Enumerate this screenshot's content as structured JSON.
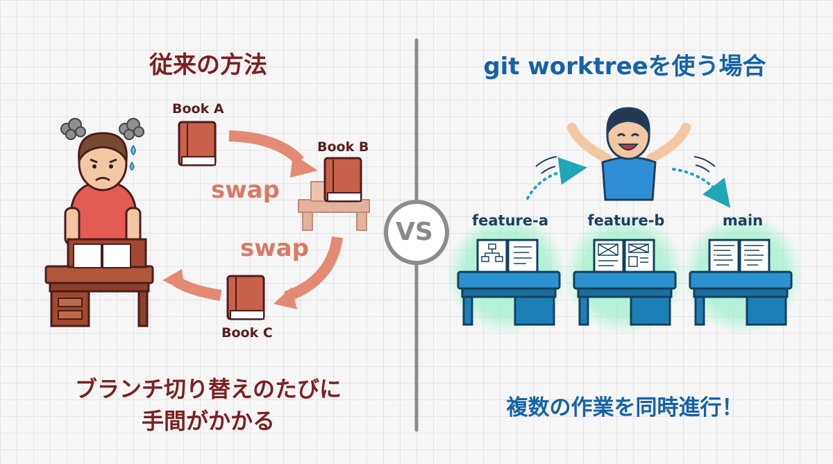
{
  "left": {
    "title": "従来の方法",
    "books": [
      "Book A",
      "Book B",
      "Book C"
    ],
    "swap_top": "swap",
    "swap_bottom": "swap",
    "caption_line1": "ブランチ切り替えのたびに",
    "caption_line2": "手間がかかる"
  },
  "divider": {
    "vs": "VS"
  },
  "right": {
    "title": "git worktreeを使う場合",
    "branches": [
      "feature-a",
      "feature-b",
      "main"
    ],
    "caption": "複数の作業を同時進行！"
  },
  "colors": {
    "left_accent": "#7d1f22",
    "right_accent": "#1562a8",
    "book": "#c9604a",
    "desk_left": "#a0492f",
    "desk_right": "#1e7fb8",
    "glow": "#8ff0c6"
  }
}
